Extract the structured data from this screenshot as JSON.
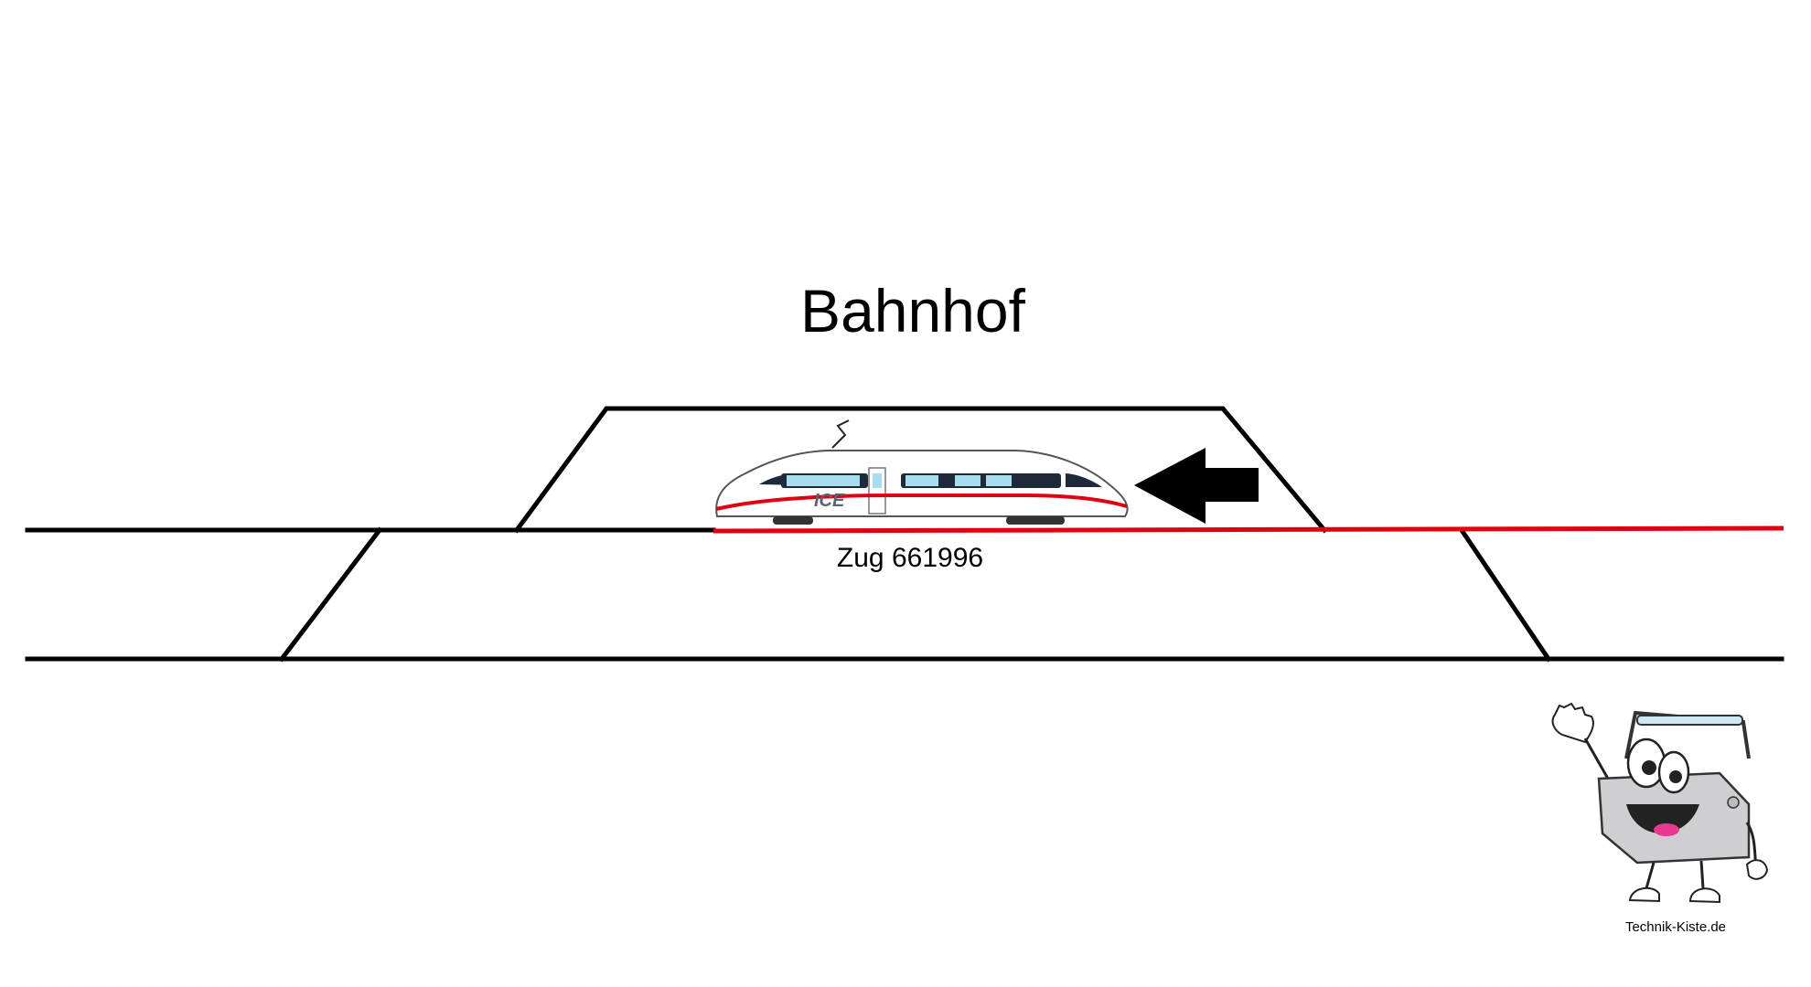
{
  "diagram": {
    "title": "Bahnhof",
    "train": {
      "label": "Zug 661996",
      "brand": "ICE",
      "direction": "left"
    },
    "colors": {
      "track": "#000000",
      "active_route": "#e1000f",
      "train_body": "#ffffff",
      "train_stripe": "#e1000f",
      "train_window": "#a8dcef",
      "arrow": "#000000"
    }
  },
  "mascot": {
    "credit": "Technik-Kiste.de",
    "icon": "toolbox-mascot-icon"
  }
}
